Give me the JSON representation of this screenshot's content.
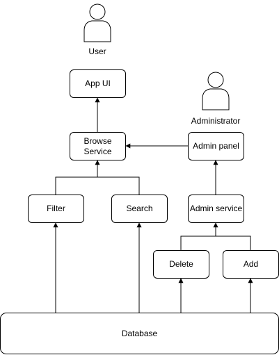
{
  "actors": {
    "user": {
      "label": "User",
      "icon": "person-icon"
    },
    "administrator": {
      "label": "Administrator",
      "icon": "person-icon"
    }
  },
  "nodes": {
    "app_ui": "App UI",
    "browse_service_line1": "Browse",
    "browse_service_line2": "Service",
    "admin_panel": "Admin panel",
    "filter": "Filter",
    "search": "Search",
    "admin_service": "Admin service",
    "delete": "Delete",
    "add": "Add",
    "database": "Database"
  },
  "colors": {
    "stroke": "#000000",
    "fill": "#ffffff",
    "text": "#000000"
  }
}
